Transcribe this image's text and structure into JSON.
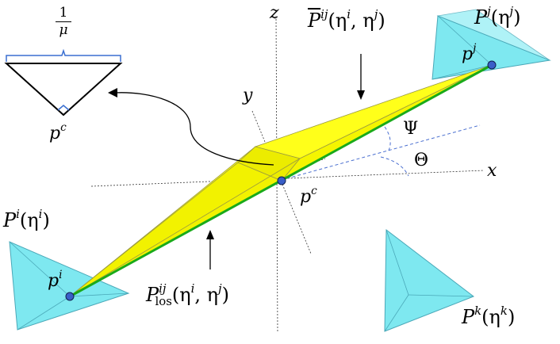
{
  "labels": {
    "z_axis": "z",
    "y_axis": "y",
    "x_axis": "x",
    "p_c_center": "p",
    "p_c_center_sup": "c",
    "p_c_inset": "p",
    "p_c_inset_sup": "c",
    "p_i": "p",
    "p_i_sup": "i",
    "p_j": "p",
    "p_j_sup": "j",
    "psi": "Ψ",
    "theta": "Θ",
    "frac_num": "1",
    "frac_den": "μ",
    "P_bar": "P",
    "P_bar_sup": "ij",
    "P_bar_args": "(η",
    "P_bar_args_sup1": "i",
    "P_bar_args_mid": ", η",
    "P_bar_args_sup2": "j",
    "P_bar_args_end": ")",
    "P_j": "P",
    "P_j_sup": "j",
    "P_j_args": "(η",
    "P_j_args_sup": "j",
    "P_j_args_end": ")",
    "P_i": "P",
    "P_i_sup": "i",
    "P_i_args": "(η",
    "P_i_args_sup": "i",
    "P_i_args_end": ")",
    "P_k": "P",
    "P_k_sup": "k",
    "P_k_args": "(η",
    "P_k_args_sup": "k",
    "P_k_args_end": ")",
    "P_los": "P",
    "P_los_sup": "ij",
    "P_los_sub": "los",
    "P_los_args": "(η",
    "P_los_args_sup1": "i",
    "P_los_args_mid": ", η",
    "P_los_args_sup2": "j",
    "P_los_args_end": ")"
  },
  "colors": {
    "cyan_fill": "#7ee8f0",
    "yellow_fill": "#ffff1a",
    "green_line": "#1aaa1a",
    "blue_dashed": "#4a6fd0",
    "point_fill": "#3a5fc8",
    "bracket_blue": "#3a6fd0"
  }
}
